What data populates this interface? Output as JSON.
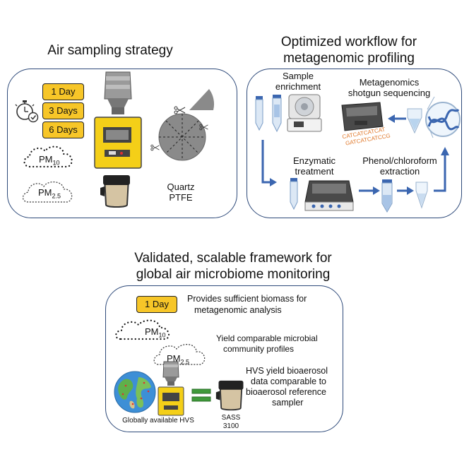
{
  "sampling": {
    "title": "Air sampling strategy",
    "durations": [
      "1 Day",
      "3 Days",
      "6 Days"
    ],
    "pm10": {
      "base": "PM",
      "sub": "10"
    },
    "pm25": {
      "base": "PM",
      "sub": "2.5"
    },
    "filters": [
      "Quartz",
      "PTFE"
    ]
  },
  "workflow": {
    "title_line1": "Optimized workflow for",
    "title_line2": "metagenomic profiling",
    "enrichment_line1": "Sample",
    "enrichment_line2": "enrichment",
    "sequencing_line1": "Metagenomics",
    "sequencing_line2": "shotgun sequencing",
    "enzymatic_line1": "Enzymatic",
    "enzymatic_line2": "treatment",
    "extraction_line1": "Phenol/chloroform",
    "extraction_line2": "extraction",
    "dna_letters_1": "CATCATCATCAT",
    "dna_letters_2": "GATCATCATCCG"
  },
  "framework": {
    "title_line1": "Validated, scalable framework for",
    "title_line2": "global air microbiome monitoring",
    "day_box": "1 Day",
    "point1_line1": "Provides sufficient biomass for",
    "point1_line2": "metagenomic analysis",
    "pm10": {
      "base": "PM",
      "sub": "10"
    },
    "pm25": {
      "base": "PM",
      "sub": "2.5"
    },
    "point2_line1": "Yield comparable microbial",
    "point2_line2": "community profiles",
    "point3_line1": "HVS yield bioaerosol",
    "point3_line2": "data comparable to",
    "point3_line3": "bioaerosol reference",
    "point3_line4": "sampler",
    "hvs_label": "Globally available HVS",
    "sass_line1": "SASS",
    "sass_line2": "3100"
  },
  "colors": {
    "panel_border": "#2e4a7a",
    "day_yellow": "#f7c628",
    "sampler_yellow": "#f4cf18",
    "arrow_blue": "#3b66b0",
    "equals_green": "#3f9a3a",
    "filter_gray": "#8a8a8a"
  },
  "icons": [
    "stopwatch-icon",
    "hvs-sampler-icon",
    "sass-sampler-icon",
    "filter-disc-icon",
    "scissors-icon",
    "globe-icon",
    "centrifuge-tube-icon",
    "concentrator-icon",
    "centrifuge-icon",
    "sequencer-icon",
    "dna-icon",
    "shaker-icon",
    "tube-icon"
  ]
}
